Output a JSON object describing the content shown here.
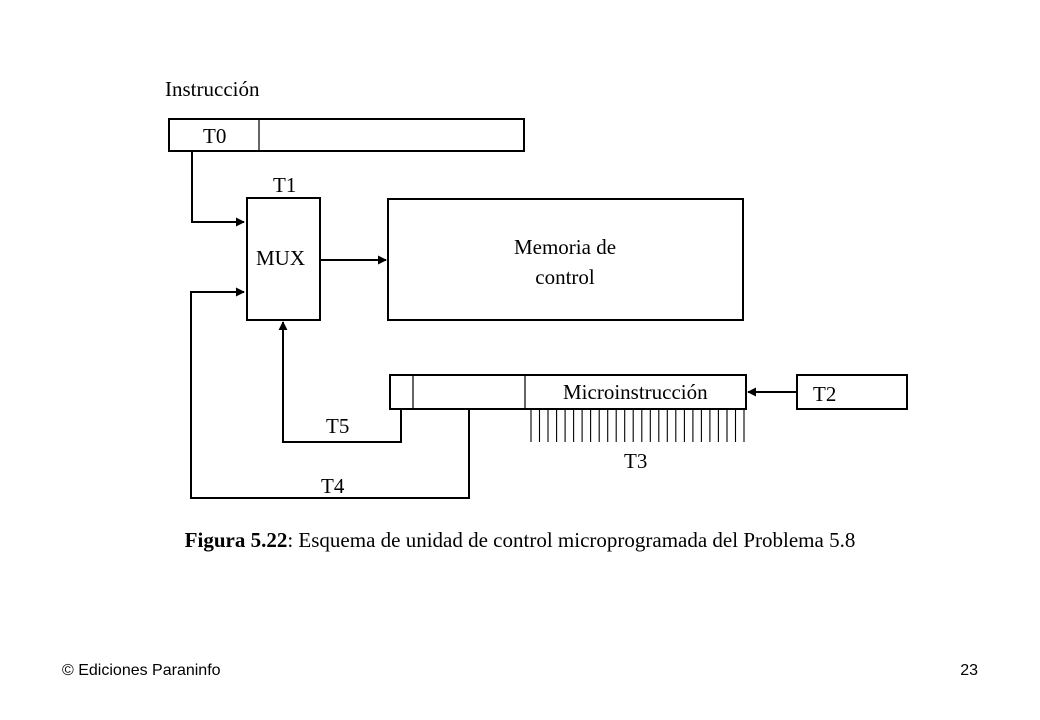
{
  "diagram": {
    "instruction_label": "Instrucción",
    "t0": "T0",
    "t1": "T1",
    "mux": "MUX",
    "control_memory_line1": "Memoria de",
    "control_memory_line2": "control",
    "microinstruction": "Microinstrucción",
    "t2": "T2",
    "t3": "T3",
    "t4": "T4",
    "t5": "T5",
    "microinstruction_field_lines": 26
  },
  "caption": {
    "label": "Figura 5.22",
    "text": ": Esquema de unidad de control microprogramada del Problema 5.8"
  },
  "footer": {
    "publisher": "© Ediciones Paraninfo",
    "page_number": "23"
  }
}
